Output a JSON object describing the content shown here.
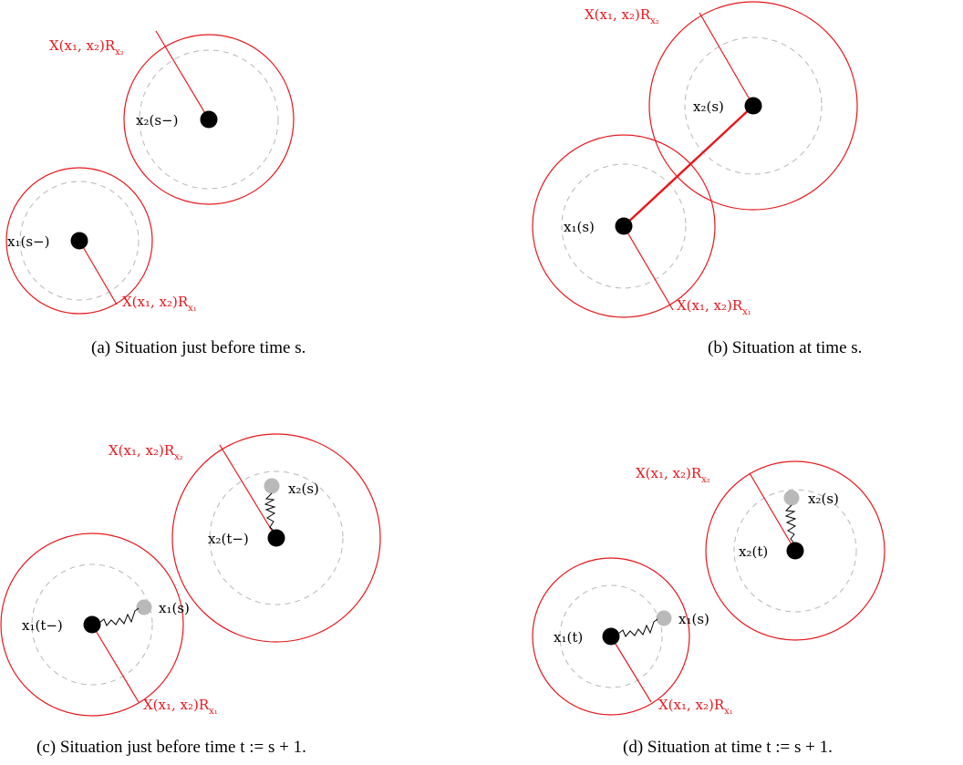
{
  "panels": [
    {
      "id": "a",
      "caption": "(a) Situation just before time s.",
      "label_x1": "x₁(s−)",
      "label_x2": "x₂(s−)",
      "label_r1": "X(x₁, x₂)R",
      "label_r1_sub": "x₁",
      "label_r2": "X(x₁, x₂)R",
      "label_r2_sub": "x₂"
    },
    {
      "id": "b",
      "caption": "(b) Situation at time s.",
      "label_x1": "x₁(s)",
      "label_x2": "x₂(s)",
      "label_r1": "X(x₁, x₂)R",
      "label_r1_sub": "x₁",
      "label_r2": "X(x₁, x₂)R",
      "label_r2_sub": "x₂"
    },
    {
      "id": "c",
      "caption": "(c) Situation just before time t := s + 1.",
      "label_x1": "x₁(t−)",
      "label_x2": "x₂(t−)",
      "label_x1_prev": "x₁(s)",
      "label_x2_prev": "x₂(s)",
      "label_r1": "X(x₁, x₂)R",
      "label_r1_sub": "x₁",
      "label_r2": "X(x₁, x₂)R",
      "label_r2_sub": "x₂"
    },
    {
      "id": "d",
      "caption": "(d) Situation at time t := s + 1.",
      "label_x1": "x₁(t)",
      "label_x2": "x₂(t)",
      "label_x1_prev": "x₁(s)",
      "label_x2_prev": "x₂(s)",
      "label_r1": "X(x₁, x₂)R",
      "label_r1_sub": "x₁",
      "label_r2": "X(x₁, x₂)R",
      "label_r2_sub": "x₂"
    }
  ],
  "colors": {
    "ring": "#e8161c",
    "dashed": "#b7b7b7",
    "particle": "#000000",
    "previous_particle": "#b9b9b9"
  }
}
